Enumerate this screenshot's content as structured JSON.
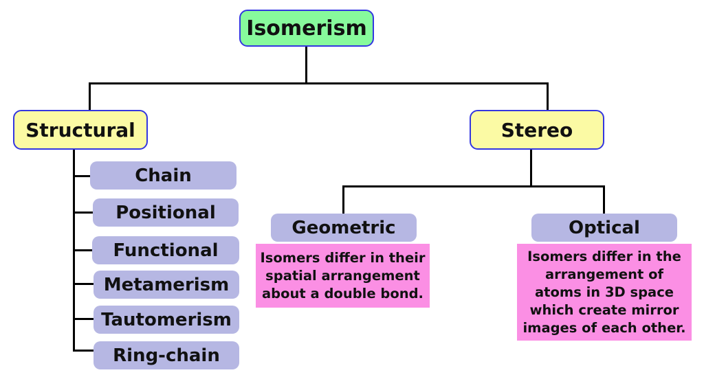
{
  "diagram": {
    "root": {
      "label": "Isomerism"
    },
    "structural": {
      "label": "Structural",
      "children": [
        "Chain",
        "Positional",
        "Functional",
        "Metamerism",
        "Tautomerism",
        "Ring-chain"
      ]
    },
    "stereo": {
      "label": "Stereo",
      "children": [
        {
          "label": "Geometric",
          "description": "Isomers differ in their spatial arrangement about a double bond."
        },
        {
          "label": "Optical",
          "description": "Isomers differ in the arrangement of atoms in 3D space which create mirror images of each other."
        }
      ]
    }
  },
  "colors": {
    "root_fill": "#87fa9c",
    "level1_fill": "#fbfaa4",
    "border": "#3336e0",
    "subtype_fill": "#b6b7e3",
    "description_fill": "#fb8fe4",
    "connector": "#000000"
  }
}
